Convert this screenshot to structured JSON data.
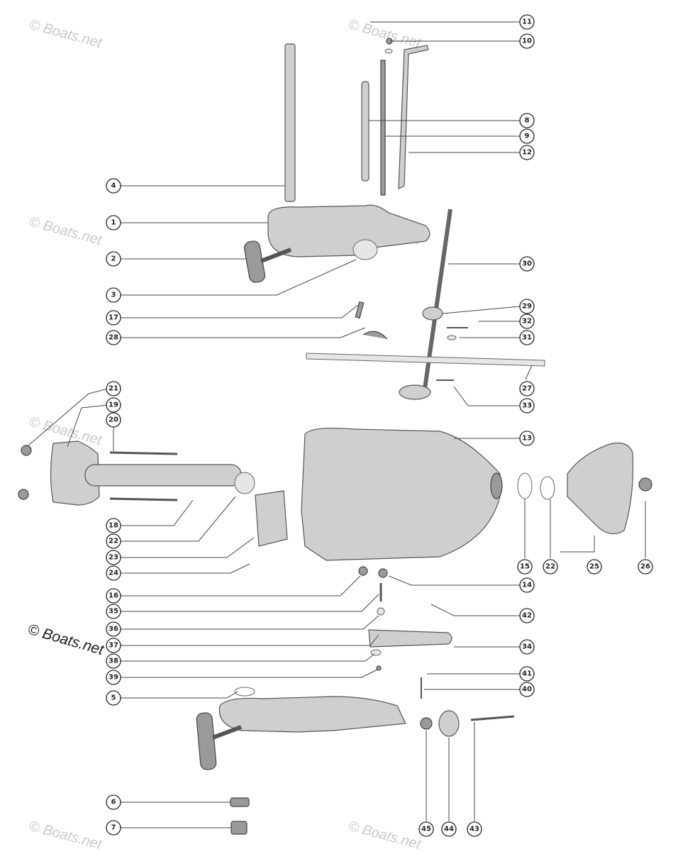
{
  "watermark": {
    "faint": [
      "© Boats.net",
      "© Boats.net",
      "© Boats.net",
      "© Boats.net",
      "© Boats.net",
      "© Boats.net",
      "© Boats.net"
    ],
    "prominent": "© Boats.net"
  },
  "callouts": [
    {
      "id": "c1",
      "label": "1"
    },
    {
      "id": "c2",
      "label": "2"
    },
    {
      "id": "c3",
      "label": "3"
    },
    {
      "id": "c4",
      "label": "4"
    },
    {
      "id": "c5",
      "label": "5"
    },
    {
      "id": "c6",
      "label": "6"
    },
    {
      "id": "c7",
      "label": "7"
    },
    {
      "id": "c8",
      "label": "8"
    },
    {
      "id": "c9",
      "label": "9"
    },
    {
      "id": "c10",
      "label": "10"
    },
    {
      "id": "c11",
      "label": "11"
    },
    {
      "id": "c12",
      "label": "12"
    },
    {
      "id": "c13",
      "label": "13"
    },
    {
      "id": "c14",
      "label": "14"
    },
    {
      "id": "c15",
      "label": "15"
    },
    {
      "id": "c16",
      "label": "16"
    },
    {
      "id": "c17",
      "label": "17"
    },
    {
      "id": "c18",
      "label": "18"
    },
    {
      "id": "c19",
      "label": "19"
    },
    {
      "id": "c20",
      "label": "20"
    },
    {
      "id": "c21",
      "label": "21"
    },
    {
      "id": "c22a",
      "label": "22"
    },
    {
      "id": "c22b",
      "label": "22"
    },
    {
      "id": "c23",
      "label": "23"
    },
    {
      "id": "c24",
      "label": "24"
    },
    {
      "id": "c25",
      "label": "25"
    },
    {
      "id": "c26",
      "label": "26"
    },
    {
      "id": "c27",
      "label": "27"
    },
    {
      "id": "c28",
      "label": "28"
    },
    {
      "id": "c29",
      "label": "29"
    },
    {
      "id": "c30",
      "label": "30"
    },
    {
      "id": "c31",
      "label": "31"
    },
    {
      "id": "c32",
      "label": "32"
    },
    {
      "id": "c33",
      "label": "33"
    },
    {
      "id": "c34",
      "label": "34"
    },
    {
      "id": "c35",
      "label": "35"
    },
    {
      "id": "c36",
      "label": "36"
    },
    {
      "id": "c37",
      "label": "37"
    },
    {
      "id": "c38",
      "label": "38"
    },
    {
      "id": "c39",
      "label": "39"
    },
    {
      "id": "c40",
      "label": "40"
    },
    {
      "id": "c41",
      "label": "41"
    },
    {
      "id": "c42",
      "label": "42"
    },
    {
      "id": "c43",
      "label": "43"
    },
    {
      "id": "c44",
      "label": "44"
    },
    {
      "id": "c45",
      "label": "45"
    }
  ]
}
